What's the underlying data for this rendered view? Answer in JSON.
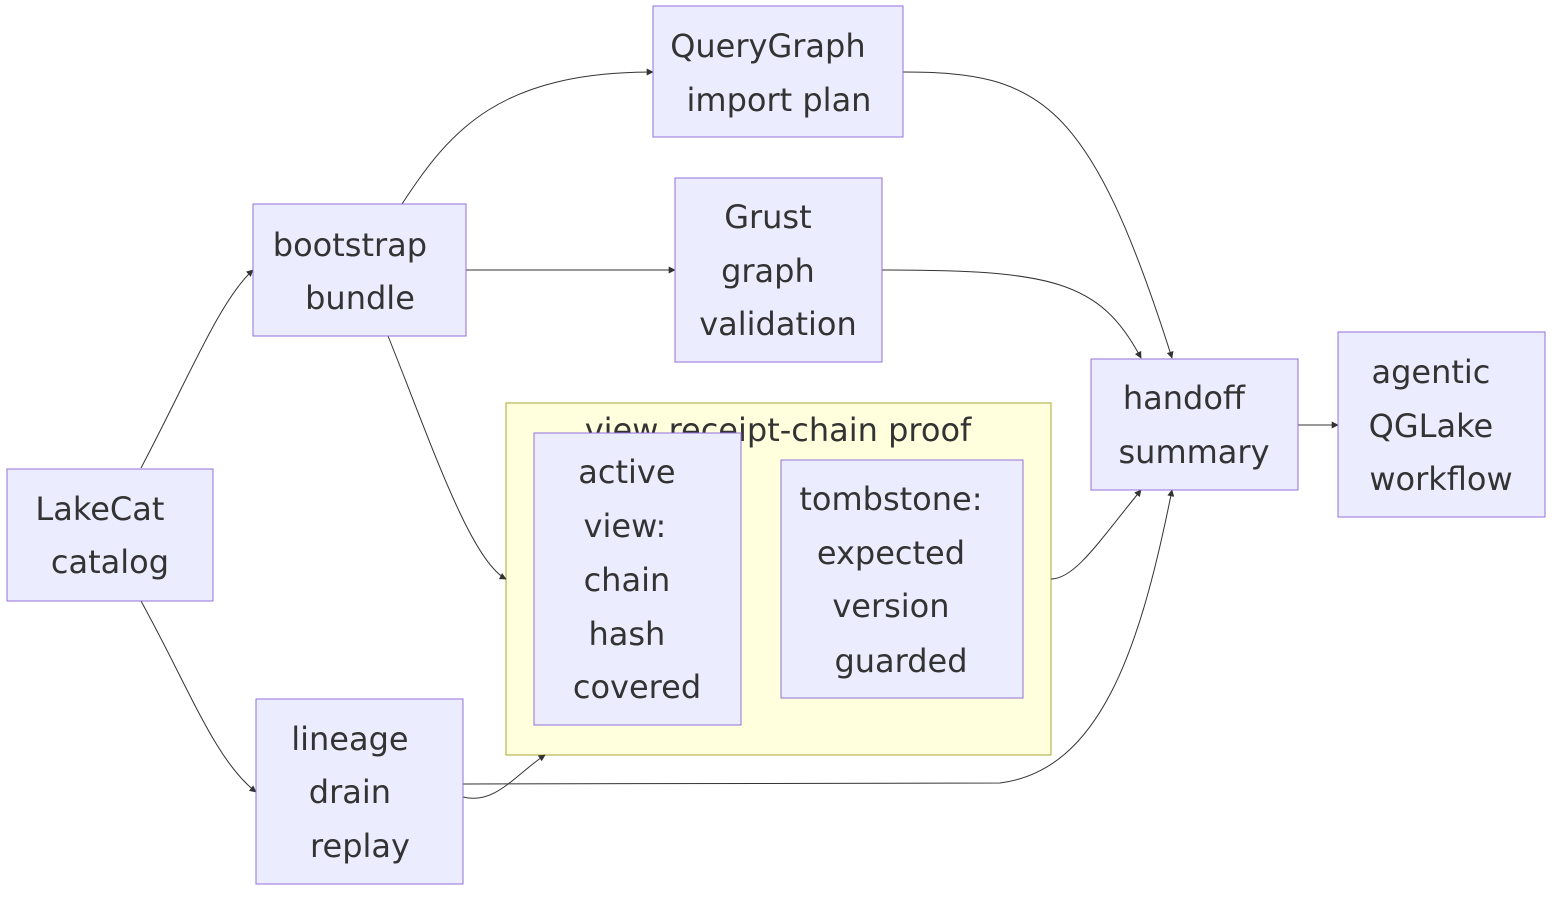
{
  "diagram": {
    "type": "flowchart",
    "direction": "left-to-right",
    "colors": {
      "node_fill": "#ECECFF",
      "node_border": "#9370DB",
      "cluster_fill": "#FFFFDE",
      "cluster_border": "#AAAA33",
      "edge": "#333333",
      "text": "#333333"
    },
    "cluster": {
      "id": "view_proof",
      "title": "view receipt-chain proof",
      "children": [
        "active_view",
        "tombstone"
      ]
    },
    "nodes": [
      {
        "id": "lakecat",
        "lines": [
          "LakeCat",
          "catalog"
        ]
      },
      {
        "id": "bootstrap",
        "lines": [
          "bootstrap",
          "bundle"
        ]
      },
      {
        "id": "lineage",
        "lines": [
          "lineage",
          "drain",
          "replay"
        ]
      },
      {
        "id": "querygraph",
        "lines": [
          "QueryGraph",
          "import plan"
        ]
      },
      {
        "id": "grust",
        "lines": [
          "Grust",
          "graph",
          "validation"
        ]
      },
      {
        "id": "active_view",
        "lines": [
          "active",
          "view:",
          "chain",
          "hash",
          "covered"
        ]
      },
      {
        "id": "tombstone",
        "lines": [
          "tombstone:",
          "expected",
          "version",
          "guarded"
        ]
      },
      {
        "id": "handoff",
        "lines": [
          "handoff",
          "summary"
        ]
      },
      {
        "id": "agentic",
        "lines": [
          "agentic",
          "QGLake",
          "workflow"
        ]
      }
    ],
    "edges": [
      {
        "from": "lakecat",
        "to": "bootstrap"
      },
      {
        "from": "lakecat",
        "to": "lineage"
      },
      {
        "from": "bootstrap",
        "to": "querygraph"
      },
      {
        "from": "bootstrap",
        "to": "grust"
      },
      {
        "from": "bootstrap",
        "to": "view_proof"
      },
      {
        "from": "lineage",
        "to": "view_proof"
      },
      {
        "from": "lineage",
        "to": "handoff"
      },
      {
        "from": "querygraph",
        "to": "handoff"
      },
      {
        "from": "grust",
        "to": "handoff"
      },
      {
        "from": "view_proof",
        "to": "handoff"
      },
      {
        "from": "handoff",
        "to": "agentic"
      }
    ]
  }
}
